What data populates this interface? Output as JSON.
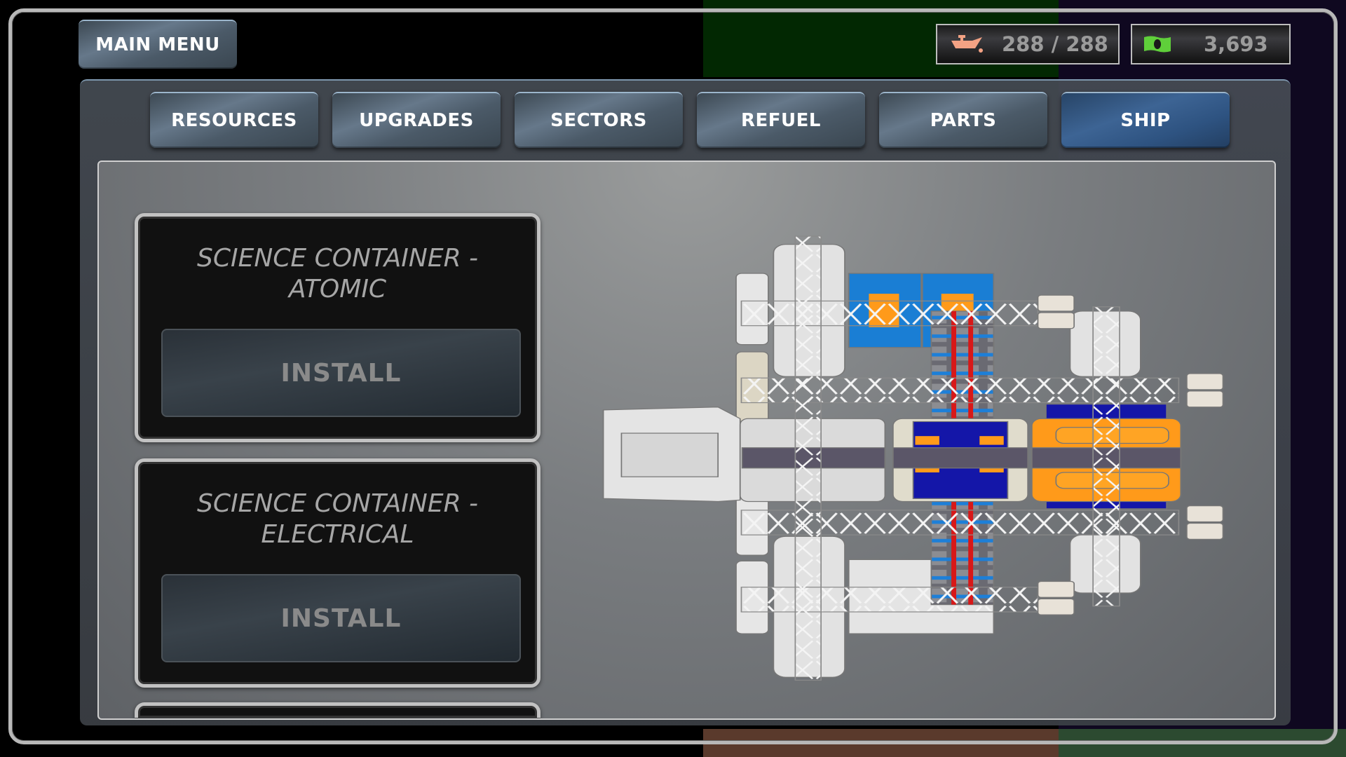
{
  "header": {
    "main_menu_label": "MAIN MENU",
    "fuel": {
      "icon": "oil-can-icon",
      "value": "288 / 288",
      "color": "#f3a284"
    },
    "money": {
      "icon": "cash-icon",
      "value": "3,693",
      "color": "#5fcf3a"
    }
  },
  "tabs": [
    {
      "label": "RESOURCES",
      "active": false
    },
    {
      "label": "UPGRADES",
      "active": false
    },
    {
      "label": "SECTORS",
      "active": false
    },
    {
      "label": "REFUEL",
      "active": false
    },
    {
      "label": "PARTS",
      "active": false
    },
    {
      "label": "SHIP",
      "active": true
    }
  ],
  "parts": [
    {
      "title": "SCIENCE CONTAINER - ATOMIC",
      "button": "INSTALL"
    },
    {
      "title": "SCIENCE CONTAINER - ELECTRICAL",
      "button": "INSTALL"
    }
  ]
}
